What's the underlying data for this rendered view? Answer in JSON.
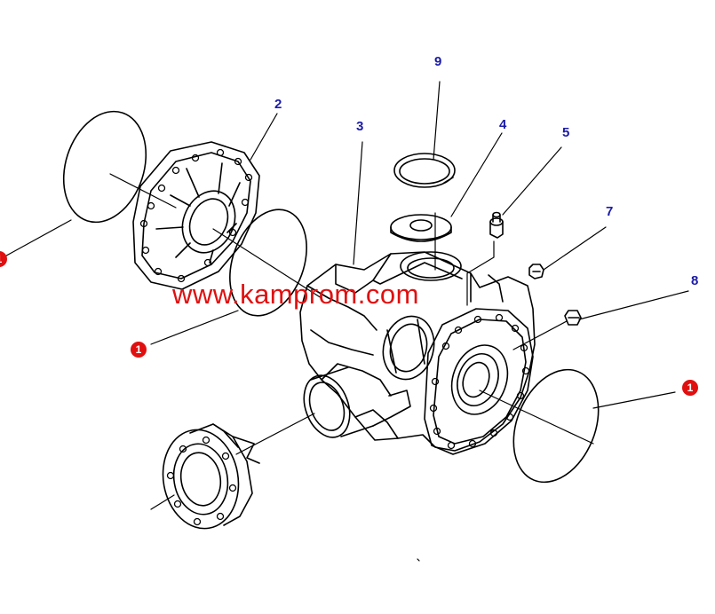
{
  "diagram": {
    "callouts": [
      {
        "id": "callout-9",
        "label": "9"
      },
      {
        "id": "callout-2",
        "label": "2"
      },
      {
        "id": "callout-3",
        "label": "3"
      },
      {
        "id": "callout-4",
        "label": "4"
      },
      {
        "id": "callout-5",
        "label": "5"
      },
      {
        "id": "callout-7",
        "label": "7"
      },
      {
        "id": "callout-8",
        "label": "8"
      }
    ],
    "badges": [
      {
        "id": "badge-1-left",
        "label": "1"
      },
      {
        "id": "badge-1-right",
        "label": "1"
      },
      {
        "id": "badge-1-edge",
        "label": "1"
      }
    ],
    "watermark": "www.kamprom.com",
    "colors": {
      "line": "#000000",
      "callout_text": "#1a1aa8",
      "badge": "#e01010",
      "watermark": "#e01010"
    }
  }
}
